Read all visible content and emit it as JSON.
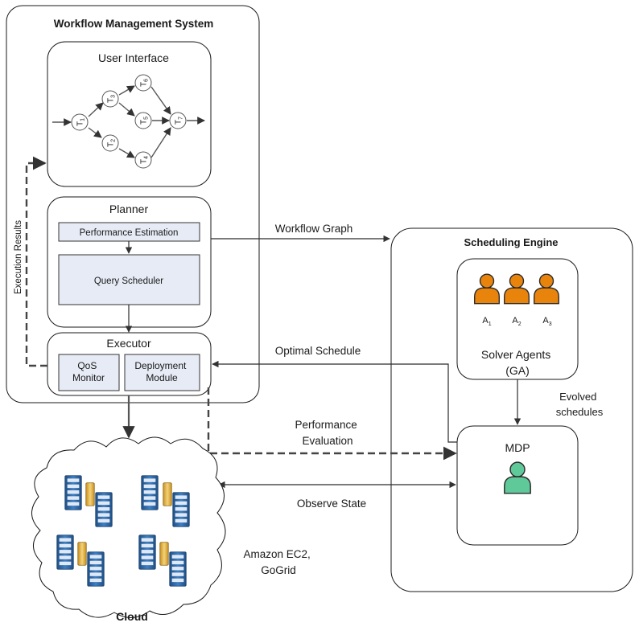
{
  "wms": {
    "title": "Workflow Management System",
    "user_interface": "User Interface",
    "planner": {
      "title": "Planner",
      "performance_estimation": "Performance Estimation",
      "query_scheduler": "Query Scheduler"
    },
    "executor": {
      "title": "Executor",
      "qos_monitor": [
        "QoS",
        "Monitor"
      ],
      "deployment_module": [
        "Deployment",
        "Module"
      ]
    },
    "execution_results": "Execution Results"
  },
  "workflow_graph": {
    "nodes": [
      {
        "letter": "T",
        "sub": "1"
      },
      {
        "letter": "T",
        "sub": "3"
      },
      {
        "letter": "T",
        "sub": "6"
      },
      {
        "letter": "T",
        "sub": "5"
      },
      {
        "letter": "T",
        "sub": "2"
      },
      {
        "letter": "T",
        "sub": "4"
      },
      {
        "letter": "T",
        "sub": "7"
      }
    ]
  },
  "scheduling_engine": {
    "title": "Scheduling Engine",
    "agents": [
      {
        "letter": "A",
        "sub": "1"
      },
      {
        "letter": "A",
        "sub": "2"
      },
      {
        "letter": "A",
        "sub": "3"
      }
    ],
    "solver_agents": [
      "Solver Agents",
      "(GA)"
    ],
    "mdp": "MDP"
  },
  "labels": {
    "workflow_graph": "Workflow Graph",
    "optimal_schedule": "Optimal Schedule",
    "evolved_schedules": [
      "Evolved",
      "schedules"
    ],
    "performance_evaluation": [
      "Performance",
      "Evaluation"
    ],
    "observe_state": "Observe State",
    "provider": [
      "Amazon EC2,",
      "GoGrid"
    ]
  },
  "cloud": {
    "title": "Cloud"
  },
  "colors": {
    "agent": "#e8830c",
    "mdp_agent": "#5fc99a",
    "server_blue": "#2f6aa8",
    "server_drive": "#e0b24a",
    "sub_box_fill": "#e6ebf5"
  }
}
